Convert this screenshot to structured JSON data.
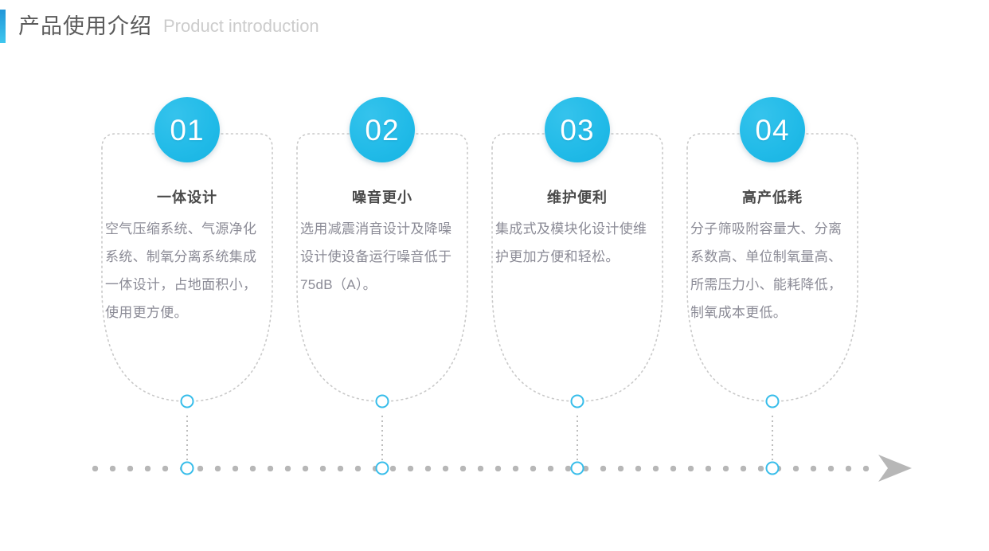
{
  "header": {
    "title_cn": "产品使用介绍",
    "title_en": "Product introduction",
    "accent_color": "#3ec6ee"
  },
  "theme": {
    "cyan": "#22bbe8",
    "ring_cyan": "#37bdea",
    "dot_gray": "#b7b7b7",
    "heading_gray": "#4a4a4a",
    "body_gray": "#8b8b96",
    "subtitle_gray": "#cccccc"
  },
  "cards": [
    {
      "number": "01",
      "heading": "一体设计",
      "body": "空气压缩系统、气源净化系统、制氧分离系统集成一体设计，占地面积小，使用更方便。"
    },
    {
      "number": "02",
      "heading": "噪音更小",
      "body": "选用减震消音设计及降噪设计使设备运行噪音低于75dB（A）。"
    },
    {
      "number": "03",
      "heading": "维护便利",
      "body": "集成式及模块化设计使维护更加方便和轻松。"
    },
    {
      "number": "04",
      "heading": "高产低耗",
      "body": "分子筛吸附容量大、分离系数高、单位制氧量高、所需压力小、能耗降低，制氧成本更低。"
    }
  ],
  "timeline": {
    "arrow_icon": "arrow-right-icon",
    "marker_count": 4
  }
}
